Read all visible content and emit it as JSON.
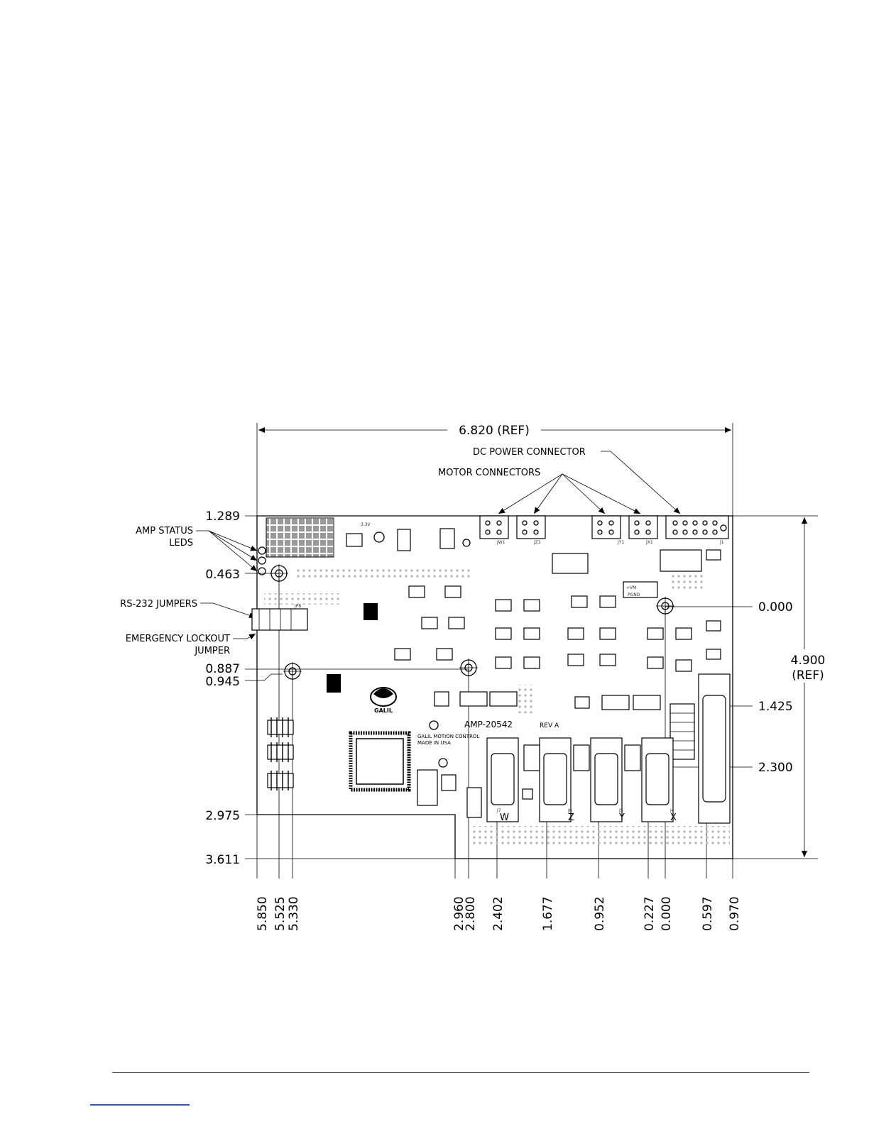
{
  "dimensions": {
    "overall_width": "6.820 (REF)",
    "overall_height_value": "4.900",
    "overall_height_suffix": "(REF)",
    "left": [
      "1.289",
      "0.463",
      "0.887",
      "0.945",
      "2.975",
      "3.611"
    ],
    "right": [
      "0.000",
      "1.425",
      "2.300"
    ],
    "bottom": [
      "5.850",
      "5.525",
      "5.330",
      "2.960",
      "2.800",
      "2.402",
      "1.677",
      "0.952",
      "0.227",
      "0.000",
      "0.597",
      "0.970"
    ]
  },
  "callouts": {
    "dc_power_connector": "DC POWER CONNECTOR",
    "motor_connectors": "MOTOR CONNECTORS",
    "amp_status_line1": "AMP STATUS",
    "amp_status_line2": "LEDS",
    "rs232_jumpers": "RS-232 JUMPERS",
    "emergency_line1": "EMERGENCY LOCKOUT",
    "emergency_line2": "JUMPER"
  },
  "board": {
    "model": "AMP-20542",
    "revision": "REV A",
    "maker_line1": "GALIL MOTION CONTROL",
    "maker_line2": "MADE IN USA",
    "logo_text": "GALIL",
    "axis_letters": [
      "W",
      "Z",
      "Y",
      "X"
    ],
    "axis_connectors": [
      "J7",
      "J6",
      "J5",
      "J4"
    ],
    "motor_jacks": [
      "JW1",
      "JZ1",
      "JY1",
      "JX1"
    ],
    "power_jack": "J1",
    "power_labels": [
      "+VM",
      "PGND"
    ],
    "voltage_label": "3.3V",
    "jumper_label": "JP8"
  },
  "colors": {
    "ink": "#000000",
    "footer_rule": "#555555",
    "link": "#3050c0"
  }
}
